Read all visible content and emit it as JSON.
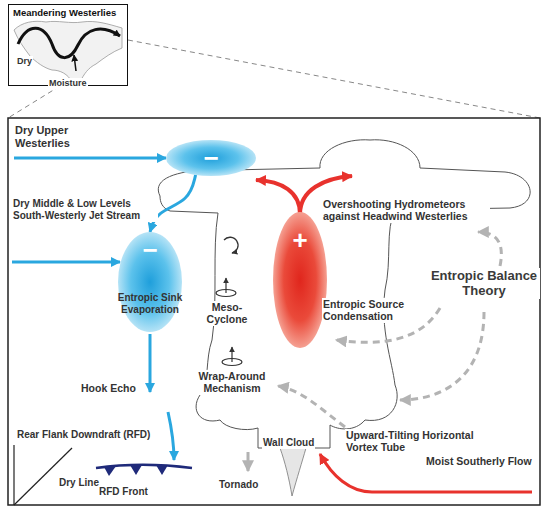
{
  "diagram": {
    "nodes": [
      {
        "text": [
          "Meandering Westerlies"
        ]
      },
      {
        "text": [
          "−"
        ]
      },
      {
        "text": [
          "−"
        ]
      },
      {
        "text": [
          "+"
        ]
      }
    ],
    "edges": [
      {
        "from": 1,
        "to": 2,
        "arrow": "to"
      }
    ],
    "labels": [
      "Dry",
      "Moisture",
      "Dry Upper Westerlies",
      "Overshooting Hydrometeors against Headwind Westerlies",
      "Dry Middle & Low Levels South-Westerly Jet Stream",
      "Entropic Sink Evaporation",
      "Entropic Source Condensation",
      "Entropic Balance Theory",
      "Meso- Cyclone",
      "Hook Echo",
      "Wrap-Around Mechanism",
      "Rear Flank Downdraft (RFD)",
      "Wall Cloud",
      "Upward-Tilting Horizontal Vortex Tube",
      "Tornado",
      "Dry Line",
      "Moist Southerly Flow",
      "RFD Front"
    ]
  }
}
